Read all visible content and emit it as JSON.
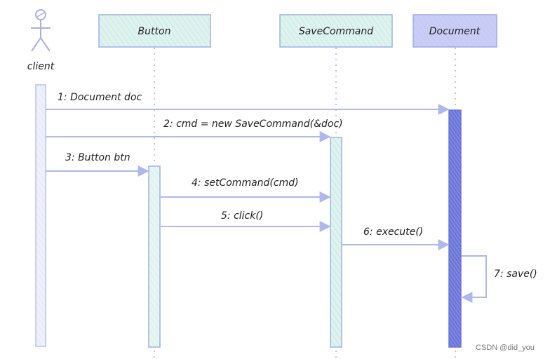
{
  "actor": {
    "label": "client",
    "color": "#a8b0e6"
  },
  "participants": [
    {
      "label": "Button",
      "fill": "#dff3ee",
      "stroke": "#9fb0e6"
    },
    {
      "label": "SaveCommand",
      "fill": "#dff3ee",
      "stroke": "#9fb0e6"
    },
    {
      "label": "Document",
      "fill": "#c9cdf5",
      "stroke": "#9fa7e8"
    }
  ],
  "messages": [
    {
      "label": "1: Document doc",
      "from": "client",
      "to": "Document"
    },
    {
      "label": "2: cmd = new SaveCommand(&doc)",
      "from": "client",
      "to": "SaveCommand"
    },
    {
      "label": "3: Button btn",
      "from": "client",
      "to": "Button"
    },
    {
      "label": "4: setCommand(cmd)",
      "from": "Button",
      "to": "SaveCommand"
    },
    {
      "label": "5: click()",
      "from": "Button",
      "to": "SaveCommand"
    },
    {
      "label": "6: execute()",
      "from": "SaveCommand",
      "to": "Document"
    },
    {
      "label": "7: save()",
      "from": "Document",
      "to": "Document"
    }
  ],
  "colors": {
    "lifeline": "#b9c2ef",
    "arrow": "#aeb7ee",
    "client_activation": "#eef0fb",
    "button_activation": "#e8f6f3",
    "savecommand_activation": "#dff3ee",
    "document_activation": "#7b86df"
  },
  "watermark": "CSDN @did_you"
}
